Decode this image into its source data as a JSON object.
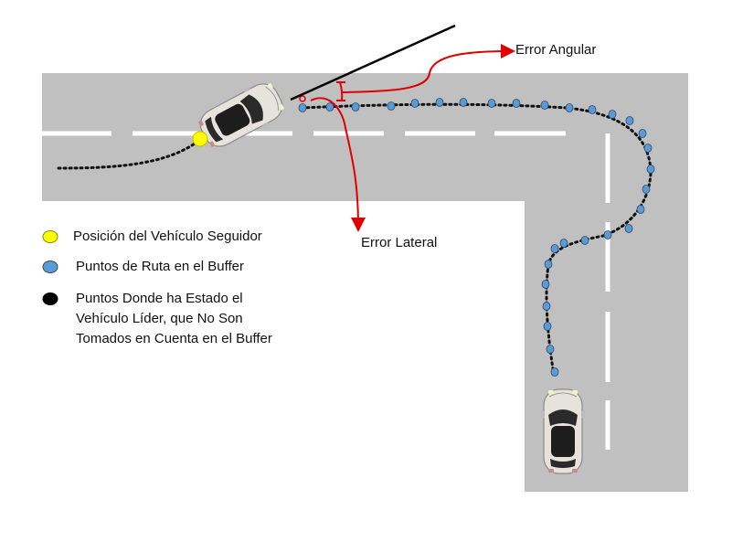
{
  "annotations": {
    "angular_error": "Error Angular",
    "lateral_error": "Error Lateral"
  },
  "legend": [
    {
      "text": "Posición del Vehículo Seguidor",
      "icon": "yellow-circle",
      "color": "#ffff00"
    },
    {
      "text": "Puntos de Ruta en el Buffer",
      "icon": "blue-circle",
      "color": "#5b9bd5"
    },
    {
      "text": "Puntos Donde ha Estado el Vehículo Líder, que No Son Tomados en Cuenta en el Buffer",
      "icon": "black-circle",
      "color": "#000000"
    }
  ],
  "colors": {
    "road": "#c0c0c0",
    "lane_marking": "#ffffff",
    "annotation": "#e00000",
    "path": "#111111",
    "waypoint": "#5b9bd5",
    "follower": "#ffff00"
  },
  "icons": {
    "follower_car": "car-top-view-icon",
    "leader_car": "car-top-view-icon"
  }
}
